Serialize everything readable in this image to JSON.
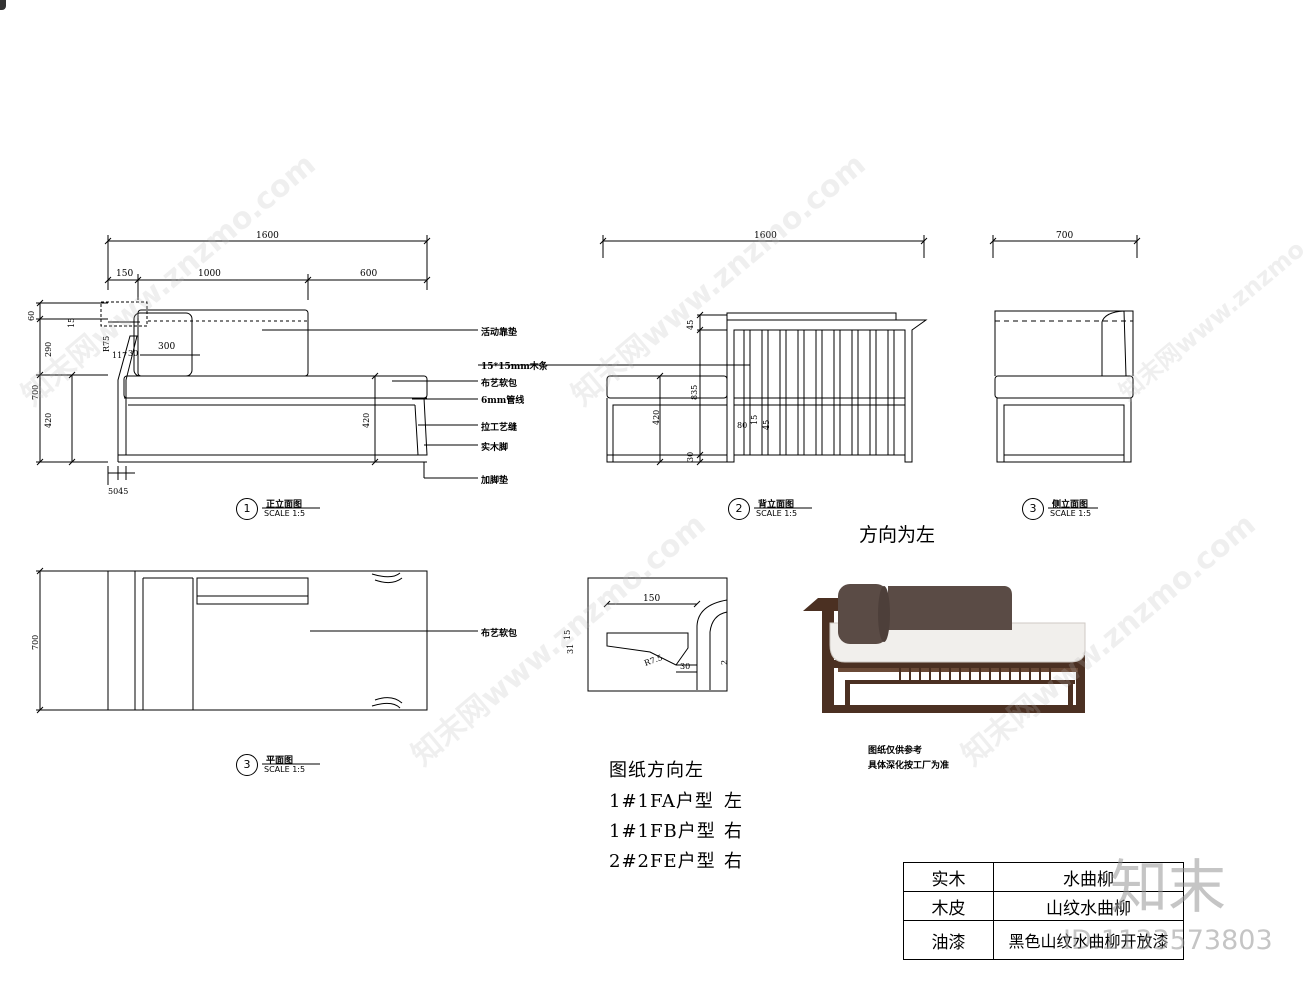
{
  "dimensions": {
    "front_total": "1600",
    "front_150": "150",
    "front_1000": "1000",
    "front_600": "600",
    "front_60": "60",
    "front_15": "15",
    "front_290": "290",
    "front_700": "700",
    "front_420": "420",
    "front_300": "300",
    "front_117": "117",
    "front_30": "30",
    "front_r75": "R75",
    "front_420_inner": "420",
    "front_5045": "5045",
    "back_total": "1600",
    "back_45": "45",
    "back_835": "835",
    "back_420": "420",
    "back_30": "30",
    "back_80": "80",
    "back_15": "15",
    "back_45b": "45",
    "side_700": "700",
    "plan_700": "700",
    "detail_150": "150",
    "detail_31": "31",
    "detail_15": "15",
    "detail_r75": "R7.5",
    "detail_30": "30",
    "detail_2": "2"
  },
  "labels": {
    "cushion": "活动靠垫",
    "wood_strip": "15*15mm木条",
    "fabric": "布艺软包",
    "pipe": "6mm管线",
    "stitch": "拉工艺缝",
    "solid_leg": "实木脚",
    "foot_pad": "加脚垫",
    "plan_fabric": "布艺软包"
  },
  "views": [
    {
      "num": "1",
      "title": "正立面图",
      "scale": "SCALE 1:5"
    },
    {
      "num": "2",
      "title": "背立面图",
      "scale": "SCALE 1:5"
    },
    {
      "num": "3",
      "title": "侧立面图",
      "scale": "SCALE 1:5"
    },
    {
      "num": "3",
      "title": "平面图",
      "scale": "SCALE 1:5"
    }
  ],
  "direction_heading": "方向为左",
  "photo_note": [
    "图纸仅供参考",
    "具体深化按工厂为准"
  ],
  "orientation_notes": {
    "heading": "图纸方向左",
    "rows": [
      {
        "unit": "1#1FA户型",
        "side": "左"
      },
      {
        "unit": "1#1FB户型",
        "side": "右"
      },
      {
        "unit": "2#2FE户型",
        "side": "右"
      }
    ]
  },
  "materials": [
    {
      "key": "实木",
      "value": "水曲柳"
    },
    {
      "key": "木皮",
      "value": "山纹水曲柳"
    },
    {
      "key": "油漆",
      "value": "黑色山纹水曲柳开放漆"
    }
  ],
  "watermarks": {
    "site": "知末网www.znzmo.com",
    "brand": "知末",
    "id": "ID:1133573803"
  },
  "colors": {
    "sofa_fabric": "#5a4b45",
    "cushion_seat": "#f1efec",
    "wood_frame": "#4b3022"
  }
}
